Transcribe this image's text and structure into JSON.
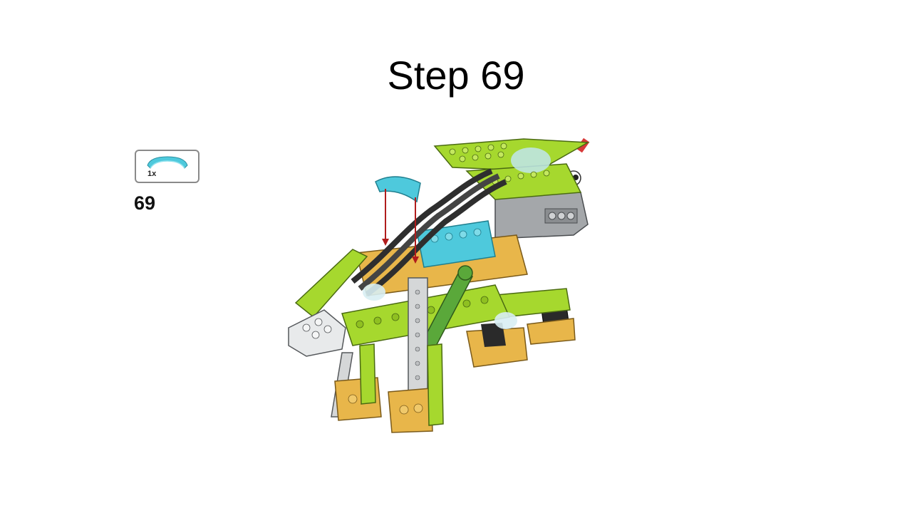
{
  "slide": {
    "title": "Step 69",
    "parts_list": {
      "quantity": "1x",
      "part_icon": "curved-slope-brick-icon",
      "part_color": "#4ec9dc"
    },
    "step_number": "69"
  },
  "model": {
    "image_name": "lego-animal-build-illustration",
    "colors": {
      "lime": "#a6d82e",
      "green": "#5aa83a",
      "azure": "#4ec9dc",
      "yellow": "#e8b64a",
      "gray": "#a4a7aa",
      "light_gray": "#d5d7d8",
      "black": "#2a2a2a",
      "arrow": "#b01c1c"
    }
  }
}
